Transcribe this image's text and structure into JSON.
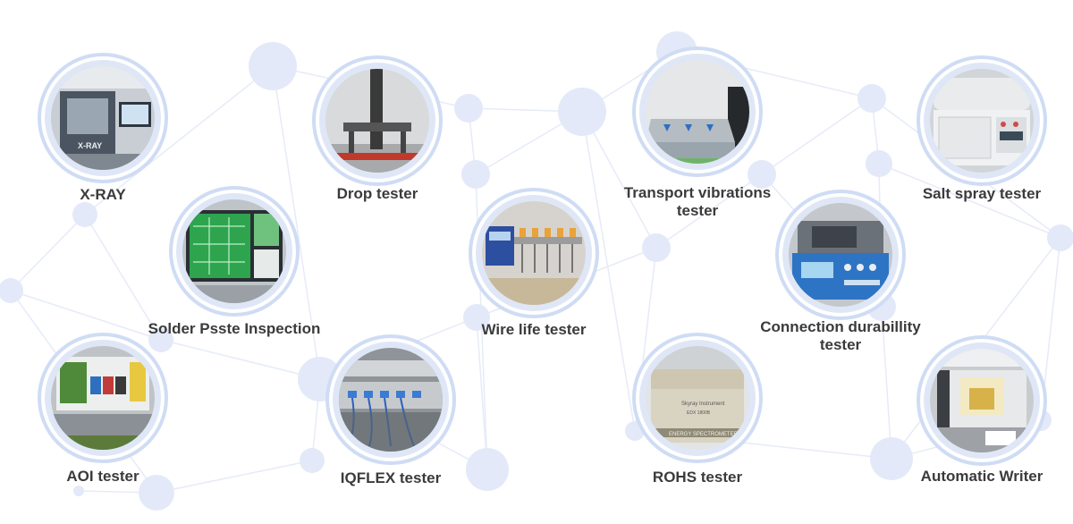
{
  "equipment": [
    {
      "label": "X-RAY",
      "photo_icon": "xray-machine-icon",
      "photo_text": [
        "X-RAY"
      ],
      "accent": "#2f3a45"
    },
    {
      "label": "Drop tester",
      "photo_icon": "drop-tester-icon",
      "accent": "#3a3a3a"
    },
    {
      "label": "Solder Psste Inspection",
      "photo_icon": "solder-inspection-screen-icon",
      "accent": "#3fae5a"
    },
    {
      "label": "Wire life tester",
      "photo_icon": "wire-life-tester-icon",
      "accent": "#e8a33a"
    },
    {
      "label": "Transport vibrations tester",
      "label_lines": [
        "Transport vibrations",
        "tester"
      ],
      "photo_icon": "vibration-table-icon",
      "accent": "#9aa4ad"
    },
    {
      "label": "Connection durabillity tester",
      "label_lines": [
        "Connection durabillity",
        "tester"
      ],
      "photo_icon": "durability-tester-icon",
      "accent": "#2d74c4"
    },
    {
      "label": "Salt spray tester",
      "photo_icon": "salt-spray-chamber-icon",
      "accent": "#e6e8ea"
    },
    {
      "label": "AOI tester",
      "photo_icon": "aoi-machine-icon",
      "accent": "#e8c840"
    },
    {
      "label": "IQFLEX tester",
      "photo_icon": "iqflex-rack-icon",
      "accent": "#3a7bd5"
    },
    {
      "label": "ROHS tester",
      "photo_icon": "rohs-spectrometer-icon",
      "photo_text": [
        "Skyray Instrument",
        "EDX 1800B",
        "ENERGY SPECTROMETER"
      ],
      "accent": "#d9d4c2"
    },
    {
      "label": "Automatic Writer",
      "photo_icon": "automatic-writer-icon",
      "accent": "#d7b24a"
    }
  ],
  "colors": {
    "node": "#e3e9f8",
    "line": "#e6ebf7",
    "ring": "#cfdcf4",
    "text": "#3b3b3b"
  }
}
